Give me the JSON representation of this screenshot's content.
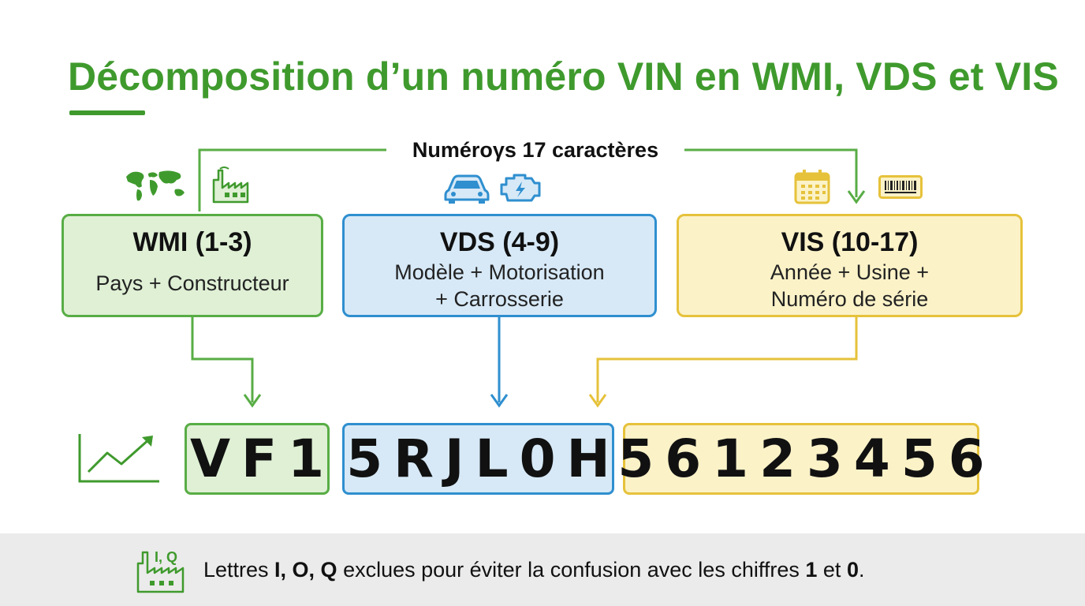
{
  "title": "Décomposition d’un numéro VIN en WMI, VDS et VIS",
  "total_label": "Numéroγs 17 caractères",
  "segments": {
    "wmi": {
      "title": "WMI (1-3)",
      "desc": "Pays + Constructeur",
      "code": "VF1"
    },
    "vds": {
      "title": "VDS (4-9)",
      "desc_line1": "Modèle + Motorisation",
      "desc_line2": "+ Carrosserie",
      "code": "5RJL0H"
    },
    "vis": {
      "title": "VIS (10-17)",
      "desc_line1": "Année + Usine +",
      "desc_line2": "Numéro de série",
      "code": "56123456"
    }
  },
  "footer": {
    "icon_text": "I, Q",
    "text_1": "Lettres ",
    "bold_letters": "I, O, Q",
    "text_2": " exclues pour éviter la confusion avec les chiffres ",
    "bold_1": "1",
    "text_3": " et ",
    "bold_0": "0",
    "text_4": "."
  },
  "colors": {
    "green": "#58ad45",
    "green_title": "#3f9a2d",
    "blue": "#2f8fcf",
    "yellow": "#e6c23b"
  },
  "icons": [
    "world-map-icon",
    "factory-icon",
    "car-icon",
    "engine-icon",
    "calendar-icon",
    "barcode-icon",
    "trend-chart-icon",
    "factory-letters-icon"
  ]
}
